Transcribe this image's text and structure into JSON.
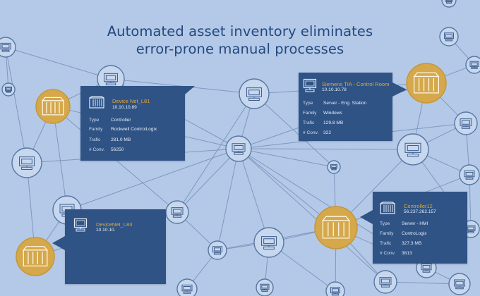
{
  "headline": {
    "line1": "Automated asset inventory eliminates",
    "line2": "error-prone manual processes"
  },
  "colors": {
    "background": "#b4c9e7",
    "headline": "#22497f",
    "card": "#2f5385",
    "device_name": "#e4a73a",
    "controller_node": "#d4a84b",
    "node_outline": "#5777a3"
  },
  "icons": {
    "controller": "controller-rack-icon",
    "computer": "computer-icon"
  },
  "cards": {
    "devicenet_l81": {
      "name": "Device Net_L81",
      "ip": "10.10.10.89",
      "rows": [
        {
          "key": "Type",
          "value": "Controller"
        },
        {
          "key": "Family",
          "value": "Rockwell ControlLogix"
        },
        {
          "key": "Trafic",
          "value": "281.0 MB"
        },
        {
          "key": "# Conv.",
          "value": "56250"
        }
      ]
    },
    "siemens_tia": {
      "name": "Siemens TIA - Control Room",
      "ip": "10.10.10.78",
      "rows": [
        {
          "key": "Type",
          "value": "Server - Eng. Station"
        },
        {
          "key": "Family",
          "value": "Windows"
        },
        {
          "key": "Trafic",
          "value": "129.8 MB"
        },
        {
          "key": "# Conv.",
          "value": "322"
        }
      ]
    },
    "devicenet_l83": {
      "name": "DeviceNet_L83",
      "ip": "10.10.10."
    },
    "controller12": {
      "name": "Controller12",
      "ip": "56.237.262.157",
      "rows": [
        {
          "key": "Type",
          "value": "Server - HMI"
        },
        {
          "key": "Family",
          "value": "ControLogix"
        },
        {
          "key": "Trafic",
          "value": "327.3 MB"
        },
        {
          "key": "# Conv.",
          "value": "3813"
        }
      ]
    }
  }
}
